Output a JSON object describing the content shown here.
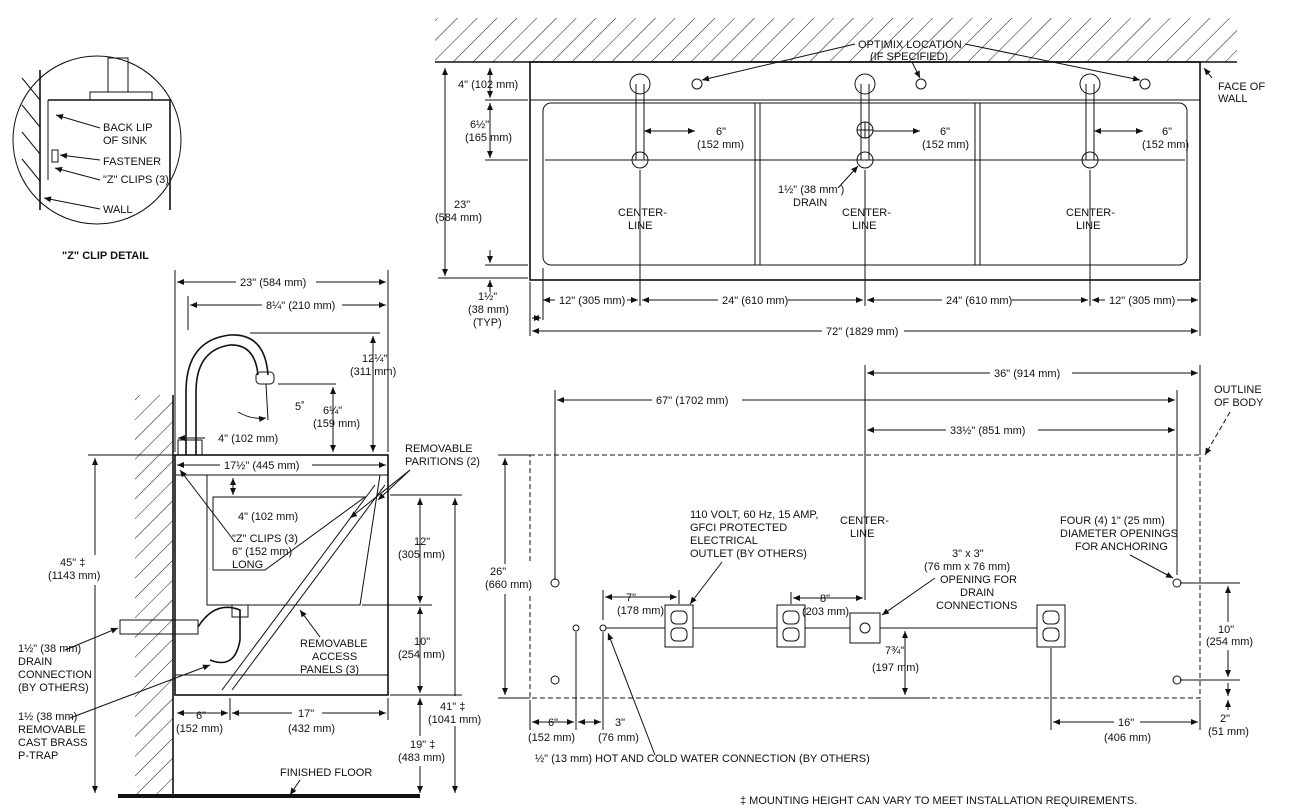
{
  "clip_detail": {
    "title": "\"Z\" CLIP DETAIL",
    "back_lip_1": "BACK LIP",
    "back_lip_2": "OF SINK",
    "fastener": "FASTENER",
    "z_clips": "\"Z\" CLIPS (3)",
    "wall": "WALL"
  },
  "top_view": {
    "optimix_1": "OPTIMIX LOCATION",
    "optimix_2": "(IF SPECIFIED)",
    "face_1": "FACE OF",
    "face_2": "WALL",
    "h4_1": "4\" (102 mm)",
    "h6_1": "6½\"",
    "h6_2": "(165 mm)",
    "h23_1": "23\"",
    "h23_2": "(584 mm)",
    "h15_1": "1½\"",
    "h15_2": "(38 mm)",
    "h15_3": "(TYP)",
    "off6a_1": "6\"",
    "off6a_2": "(152 mm)",
    "off6b_1": "6\"",
    "off6b_2": "(152 mm)",
    "off6c_1": "6\"",
    "off6c_2": "(152 mm)",
    "drain_1": "1½\" (38 mm )",
    "drain_2": "DRAIN",
    "center_a_1": "CENTER-",
    "center_a_2": "LINE",
    "center_b_1": "CENTER-",
    "center_b_2": "LINE",
    "center_c_1": "CENTER-",
    "center_c_2": "LINE",
    "d12a": "12\" (305 mm)",
    "d24a": "24\" (610 mm)",
    "d24b": "24\" (610 mm)",
    "d12b": "12\" (305 mm)",
    "d72": "72\" (1829 mm)"
  },
  "side_view": {
    "w23": "23\" (584 mm)",
    "w8": "8¼\" (210 mm)",
    "h12_1": "12¼\"",
    "h12_2": "(311 mm)",
    "h6_1": "6¼\"",
    "h6_2": "(159 mm)",
    "angle": "5˚",
    "d4": "4\" (102 mm)",
    "d17": "17½\" (445 mm)",
    "partitions_1": "REMOVABLE",
    "partitions_2": "PARITIONS (2)",
    "d4b": "4\" (102 mm)",
    "zc_1": "\"Z\" CLIPS (3)",
    "zc_2": "6\" (152 mm)",
    "zc_3": "LONG",
    "b12_1": "12\"",
    "b12_2": "(305 mm)",
    "b10_1": "10\"",
    "b10_2": "(254 mm)",
    "h45_1": "45\" ‡",
    "h45_2": "(1143 mm)",
    "access_1": "REMOVABLE",
    "access_2": "ACCESS",
    "access_3": "PANELS (3)",
    "drainc_1": "1½\" (38 mm)",
    "drainc_2": "DRAIN",
    "drainc_3": "CONNECTION",
    "drainc_4": "(BY OTHERS)",
    "ptrap_1": "1½ (38 mm)",
    "ptrap_2": "REMOVABLE",
    "ptrap_3": "CAST BRASS",
    "ptrap_4": "P-TRAP",
    "b6_1": "6\"",
    "b6_2": "(152 mm)",
    "b17_1": "17\"",
    "b17_2": "(432 mm)",
    "h41_1": "41\" ‡",
    "h41_2": "(1041 mm)",
    "h19_1": "19\" ‡",
    "h19_2": "(483 mm)",
    "floor": "FINISHED FLOOR"
  },
  "front_view": {
    "d36": "36\" (914 mm)",
    "outline_1": "OUTLINE",
    "outline_2": "OF BODY",
    "d67": "67\" (1702 mm)",
    "d33": "33½\" (851 mm)",
    "h26_1": "26\"",
    "h26_2": "(660 mm)",
    "elec_1": "110 VOLT, 60 Hz, 15 AMP,",
    "elec_2": "GFCI PROTECTED",
    "elec_3": "ELECTRICAL",
    "elec_4": "OUTLET (BY OTHERS)",
    "center_1": "CENTER-",
    "center_2": "LINE",
    "anchor_1": "FOUR (4) 1\" (25 mm)",
    "anchor_2": "DIAMETER OPENINGS",
    "anchor_3": "FOR ANCHORING",
    "open_1": "3\" x 3\"",
    "open_2": "(76 mm x 76 mm)",
    "open_3": "OPENING FOR",
    "open_4": "DRAIN",
    "open_5": "CONNECTIONS",
    "d7_1": "7\"",
    "d7_2": "(178 mm)",
    "d8_1": "8\"",
    "d8_2": "(203 mm)",
    "d734_1": "7¾\"",
    "d734_2": "(197 mm)",
    "d10_1": "10\"",
    "d10_2": "(254 mm)",
    "d6_1": "6\"",
    "d6_2": "(152 mm)",
    "d3_1": "3\"",
    "d3_2": "(76 mm)",
    "d16_1": "16\"",
    "d16_2": "(406 mm)",
    "d2_1": "2\"",
    "d2_2": "(51 mm)",
    "water": "½\" (13 mm) HOT AND COLD WATER CONNECTION (BY OTHERS)"
  },
  "footnote": "‡ MOUNTING HEIGHT CAN VARY TO MEET INSTALLATION REQUIREMENTS."
}
